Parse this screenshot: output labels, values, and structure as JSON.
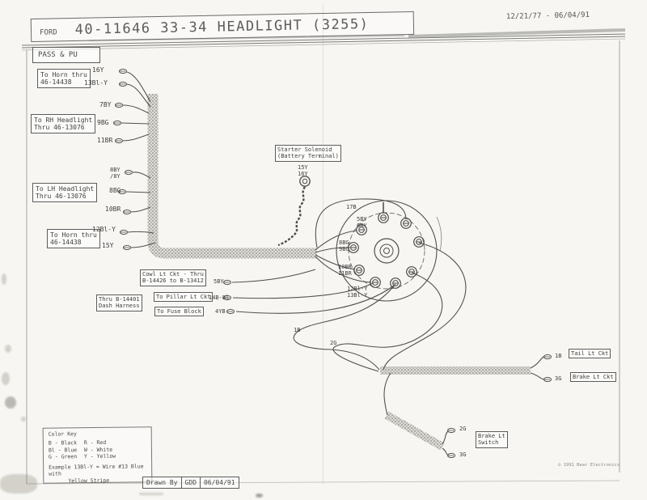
{
  "header": {
    "brand": "FORD",
    "title": "40-11646 33-34 HEADLIGHT (3255)",
    "dates": "12/21/77 - 06/04/91",
    "tag": "PASS & PU"
  },
  "left": {
    "horn_top": {
      "l1": "To Horn thru",
      "l2": "46-14438",
      "w1": "16Y",
      "w2": "13Bl-Y"
    },
    "rh_headlight": {
      "l1": "To RH Headlight",
      "l2": "Thru 46-13076",
      "w1": "7BY",
      "w2": "9BG",
      "w3": "11BR"
    },
    "lh_headlight": {
      "l1": "To LH Headlight",
      "l2": "Thru 46-13076",
      "w1a": "8BY",
      "w1b": "/8Y",
      "w2": "8BG",
      "w3": "10BR"
    },
    "horn_bottom": {
      "l1": "To Horn thru",
      "l2": "46-14438",
      "w1": "12Bl-Y",
      "w2": "15Y"
    }
  },
  "center": {
    "solenoid": {
      "l1": "Starter Solenoid",
      "l2": "(Battery Terminal)",
      "w1": "15Y",
      "w2": "16Y"
    },
    "cowl": {
      "l1": "Cowl Lt Ckt - Thru",
      "l2": "B-14426 to B-13412",
      "wire": "5BY"
    },
    "dash": {
      "l1": "Thru B-14401",
      "l2": "Dash Harness"
    },
    "pillar": {
      "label": "To Pillar Lt Ckt",
      "wire": "14B-Bl"
    },
    "fuse": {
      "label": "To Fuse Block",
      "wire": "4YB"
    }
  },
  "switch": {
    "t17": "17B",
    "p1a": "5BY",
    "p1b": "6BY",
    "p2a": "8BG",
    "p2b": "9BG",
    "p3a": "10BR",
    "p3b": "11BR",
    "p4a": "12Bl-Y",
    "p4b": "13Bl-Y",
    "out1": "1B",
    "out2": "2G"
  },
  "right": {
    "tail": {
      "wire": "1B",
      "label": "Tail Lt Ckt"
    },
    "brake_ckt": {
      "wire": "3G",
      "label": "Brake Lt Ckt"
    },
    "brake_switch": {
      "w1": "2G",
      "w2": "3G",
      "l1": "Brake Lt",
      "l2": "Switch"
    }
  },
  "legend": {
    "title": "Color Key",
    "r1a": "B - Black",
    "r1b": "R - Red",
    "r2a": "Bl - Blue",
    "r2b": "W - White",
    "r3a": "G - Green",
    "r3b": "Y - Yellow",
    "ex1": "Example 13Bl-Y = Wire #13 Blue with",
    "ex2": "Yellow Stripe"
  },
  "footer": {
    "drawn_label": "Drawn By",
    "drawn_by": "GDD",
    "drawn_date": "06/04/91",
    "copyright": "© 1991 Bear Electronics"
  },
  "colors": {
    "paper": "#f7f6f2",
    "ink": "#474747",
    "harness": "#9a9a94"
  }
}
